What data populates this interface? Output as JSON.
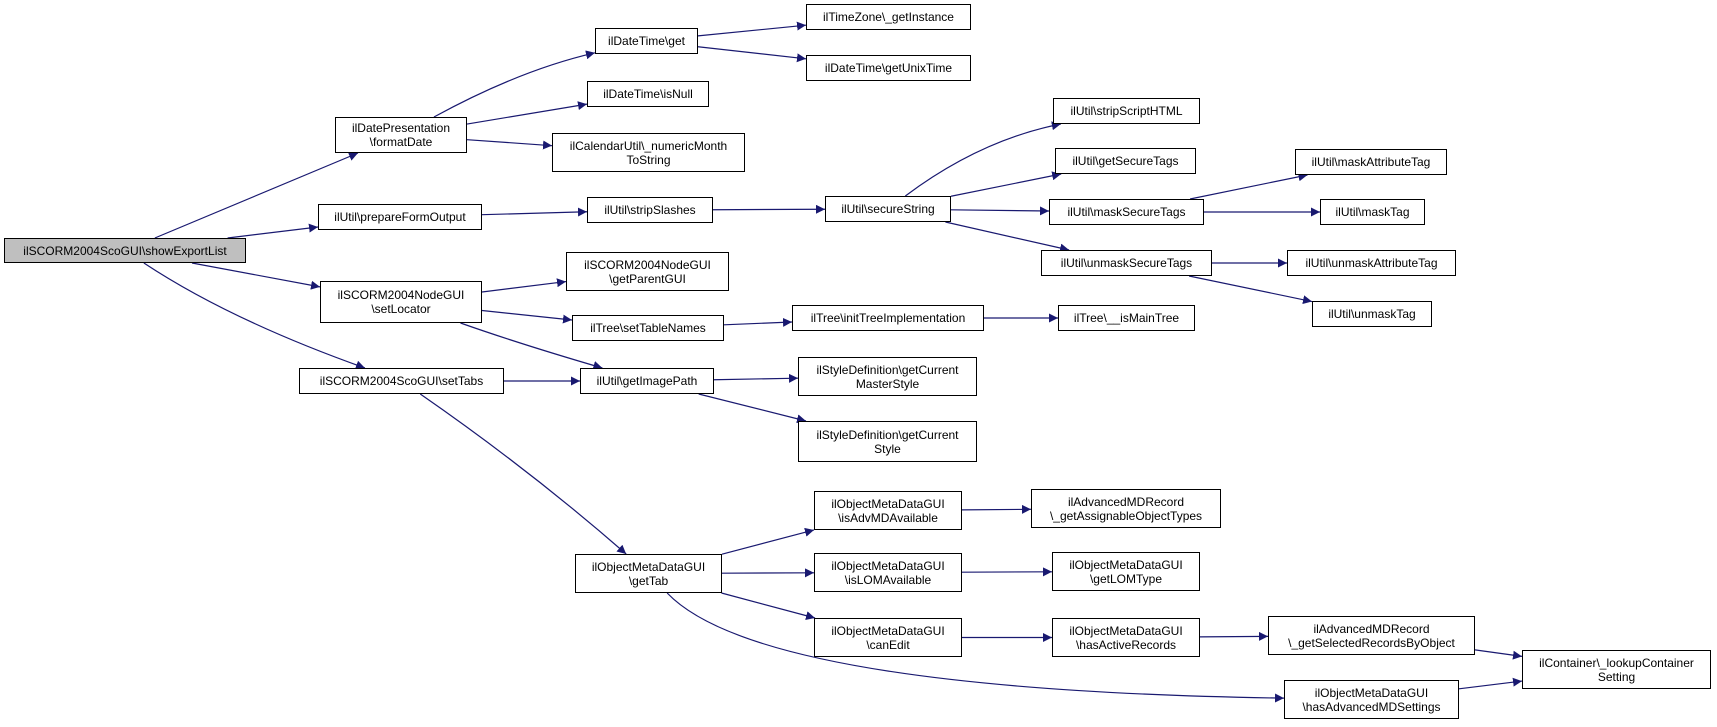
{
  "colors": {
    "edge": "#191970",
    "node_border": "#000000",
    "root_fill": "#bfbfbf",
    "node_fill": "#ffffff"
  },
  "nodes": {
    "root": "ilSCORM2004ScoGUI\\showExportList",
    "date_present": "ilDatePresentation\n\\formatDate",
    "dt_get": "ilDateTime\\get",
    "tz_instance": "ilTimeZone\\_getInstance",
    "dt_unix": "ilDateTime\\getUnixTime",
    "dt_null": "ilDateTime\\isNull",
    "cal_month": "ilCalendarUtil\\_numericMonth\nToString",
    "prep_form": "ilUtil\\prepareFormOutput",
    "strip_slashes": "ilUtil\\stripSlashes",
    "secure_string": "ilUtil\\secureString",
    "strip_script": "ilUtil\\stripScriptHTML",
    "get_secure_tags": "ilUtil\\getSecureTags",
    "mask_secure": "ilUtil\\maskSecureTags",
    "unmask_secure": "ilUtil\\unmaskSecureTags",
    "mask_attr": "ilUtil\\maskAttributeTag",
    "mask_tag": "ilUtil\\maskTag",
    "unmask_attr": "ilUtil\\unmaskAttributeTag",
    "unmask_tag": "ilUtil\\unmaskTag",
    "node_locator": "ilSCORM2004NodeGUI\n\\setLocator",
    "node_parent": "ilSCORM2004NodeGUI\n\\getParentGUI",
    "tree_names": "ilTree\\setTableNames",
    "tree_init": "ilTree\\initTreeImplementation",
    "tree_main": "ilTree\\__isMainTree",
    "sco_tabs": "ilSCORM2004ScoGUI\\setTabs",
    "image_path": "ilUtil\\getImagePath",
    "style_master": "ilStyleDefinition\\getCurrent\nMasterStyle",
    "style_current": "ilStyleDefinition\\getCurrent\nStyle",
    "omd_tab": "ilObjectMetaDataGUI\n\\getTab",
    "omd_adv": "ilObjectMetaDataGUI\n\\isAdvMDAvailable",
    "amd_types": "ilAdvancedMDRecord\n\\_getAssignableObjectTypes",
    "omd_lom": "ilObjectMetaDataGUI\n\\isLOMAvailable",
    "omd_lomtype": "ilObjectMetaDataGUI\n\\getLOMType",
    "omd_edit": "ilObjectMetaDataGUI\n\\canEdit",
    "omd_active": "ilObjectMetaDataGUI\n\\hasActiveRecords",
    "amd_selected": "ilAdvancedMDRecord\n\\_getSelectedRecordsByObject",
    "container_lookup": "ilContainer\\_lookupContainer\nSetting",
    "omd_advset": "ilObjectMetaDataGUI\n\\hasAdvancedMDSettings"
  },
  "edges": [
    [
      "root",
      "date_present"
    ],
    [
      "root",
      "prep_form"
    ],
    [
      "root",
      "node_locator"
    ],
    [
      "root",
      "sco_tabs"
    ],
    [
      "date_present",
      "dt_get"
    ],
    [
      "date_present",
      "dt_null"
    ],
    [
      "date_present",
      "cal_month"
    ],
    [
      "dt_get",
      "tz_instance"
    ],
    [
      "dt_get",
      "dt_unix"
    ],
    [
      "prep_form",
      "strip_slashes"
    ],
    [
      "strip_slashes",
      "secure_string"
    ],
    [
      "secure_string",
      "strip_script"
    ],
    [
      "secure_string",
      "get_secure_tags"
    ],
    [
      "secure_string",
      "mask_secure"
    ],
    [
      "secure_string",
      "unmask_secure"
    ],
    [
      "mask_secure",
      "mask_attr"
    ],
    [
      "mask_secure",
      "mask_tag"
    ],
    [
      "unmask_secure",
      "unmask_attr"
    ],
    [
      "unmask_secure",
      "unmask_tag"
    ],
    [
      "node_locator",
      "node_parent"
    ],
    [
      "node_locator",
      "tree_names"
    ],
    [
      "node_locator",
      "image_path"
    ],
    [
      "tree_names",
      "tree_init"
    ],
    [
      "tree_init",
      "tree_main"
    ],
    [
      "sco_tabs",
      "image_path"
    ],
    [
      "sco_tabs",
      "omd_tab"
    ],
    [
      "image_path",
      "style_master"
    ],
    [
      "image_path",
      "style_current"
    ],
    [
      "omd_tab",
      "omd_adv"
    ],
    [
      "omd_tab",
      "omd_lom"
    ],
    [
      "omd_tab",
      "omd_edit"
    ],
    [
      "omd_tab",
      "omd_advset"
    ],
    [
      "omd_adv",
      "amd_types"
    ],
    [
      "omd_lom",
      "omd_lomtype"
    ],
    [
      "omd_edit",
      "omd_active"
    ],
    [
      "omd_active",
      "amd_selected"
    ],
    [
      "amd_selected",
      "container_lookup"
    ],
    [
      "omd_advset",
      "container_lookup"
    ]
  ]
}
